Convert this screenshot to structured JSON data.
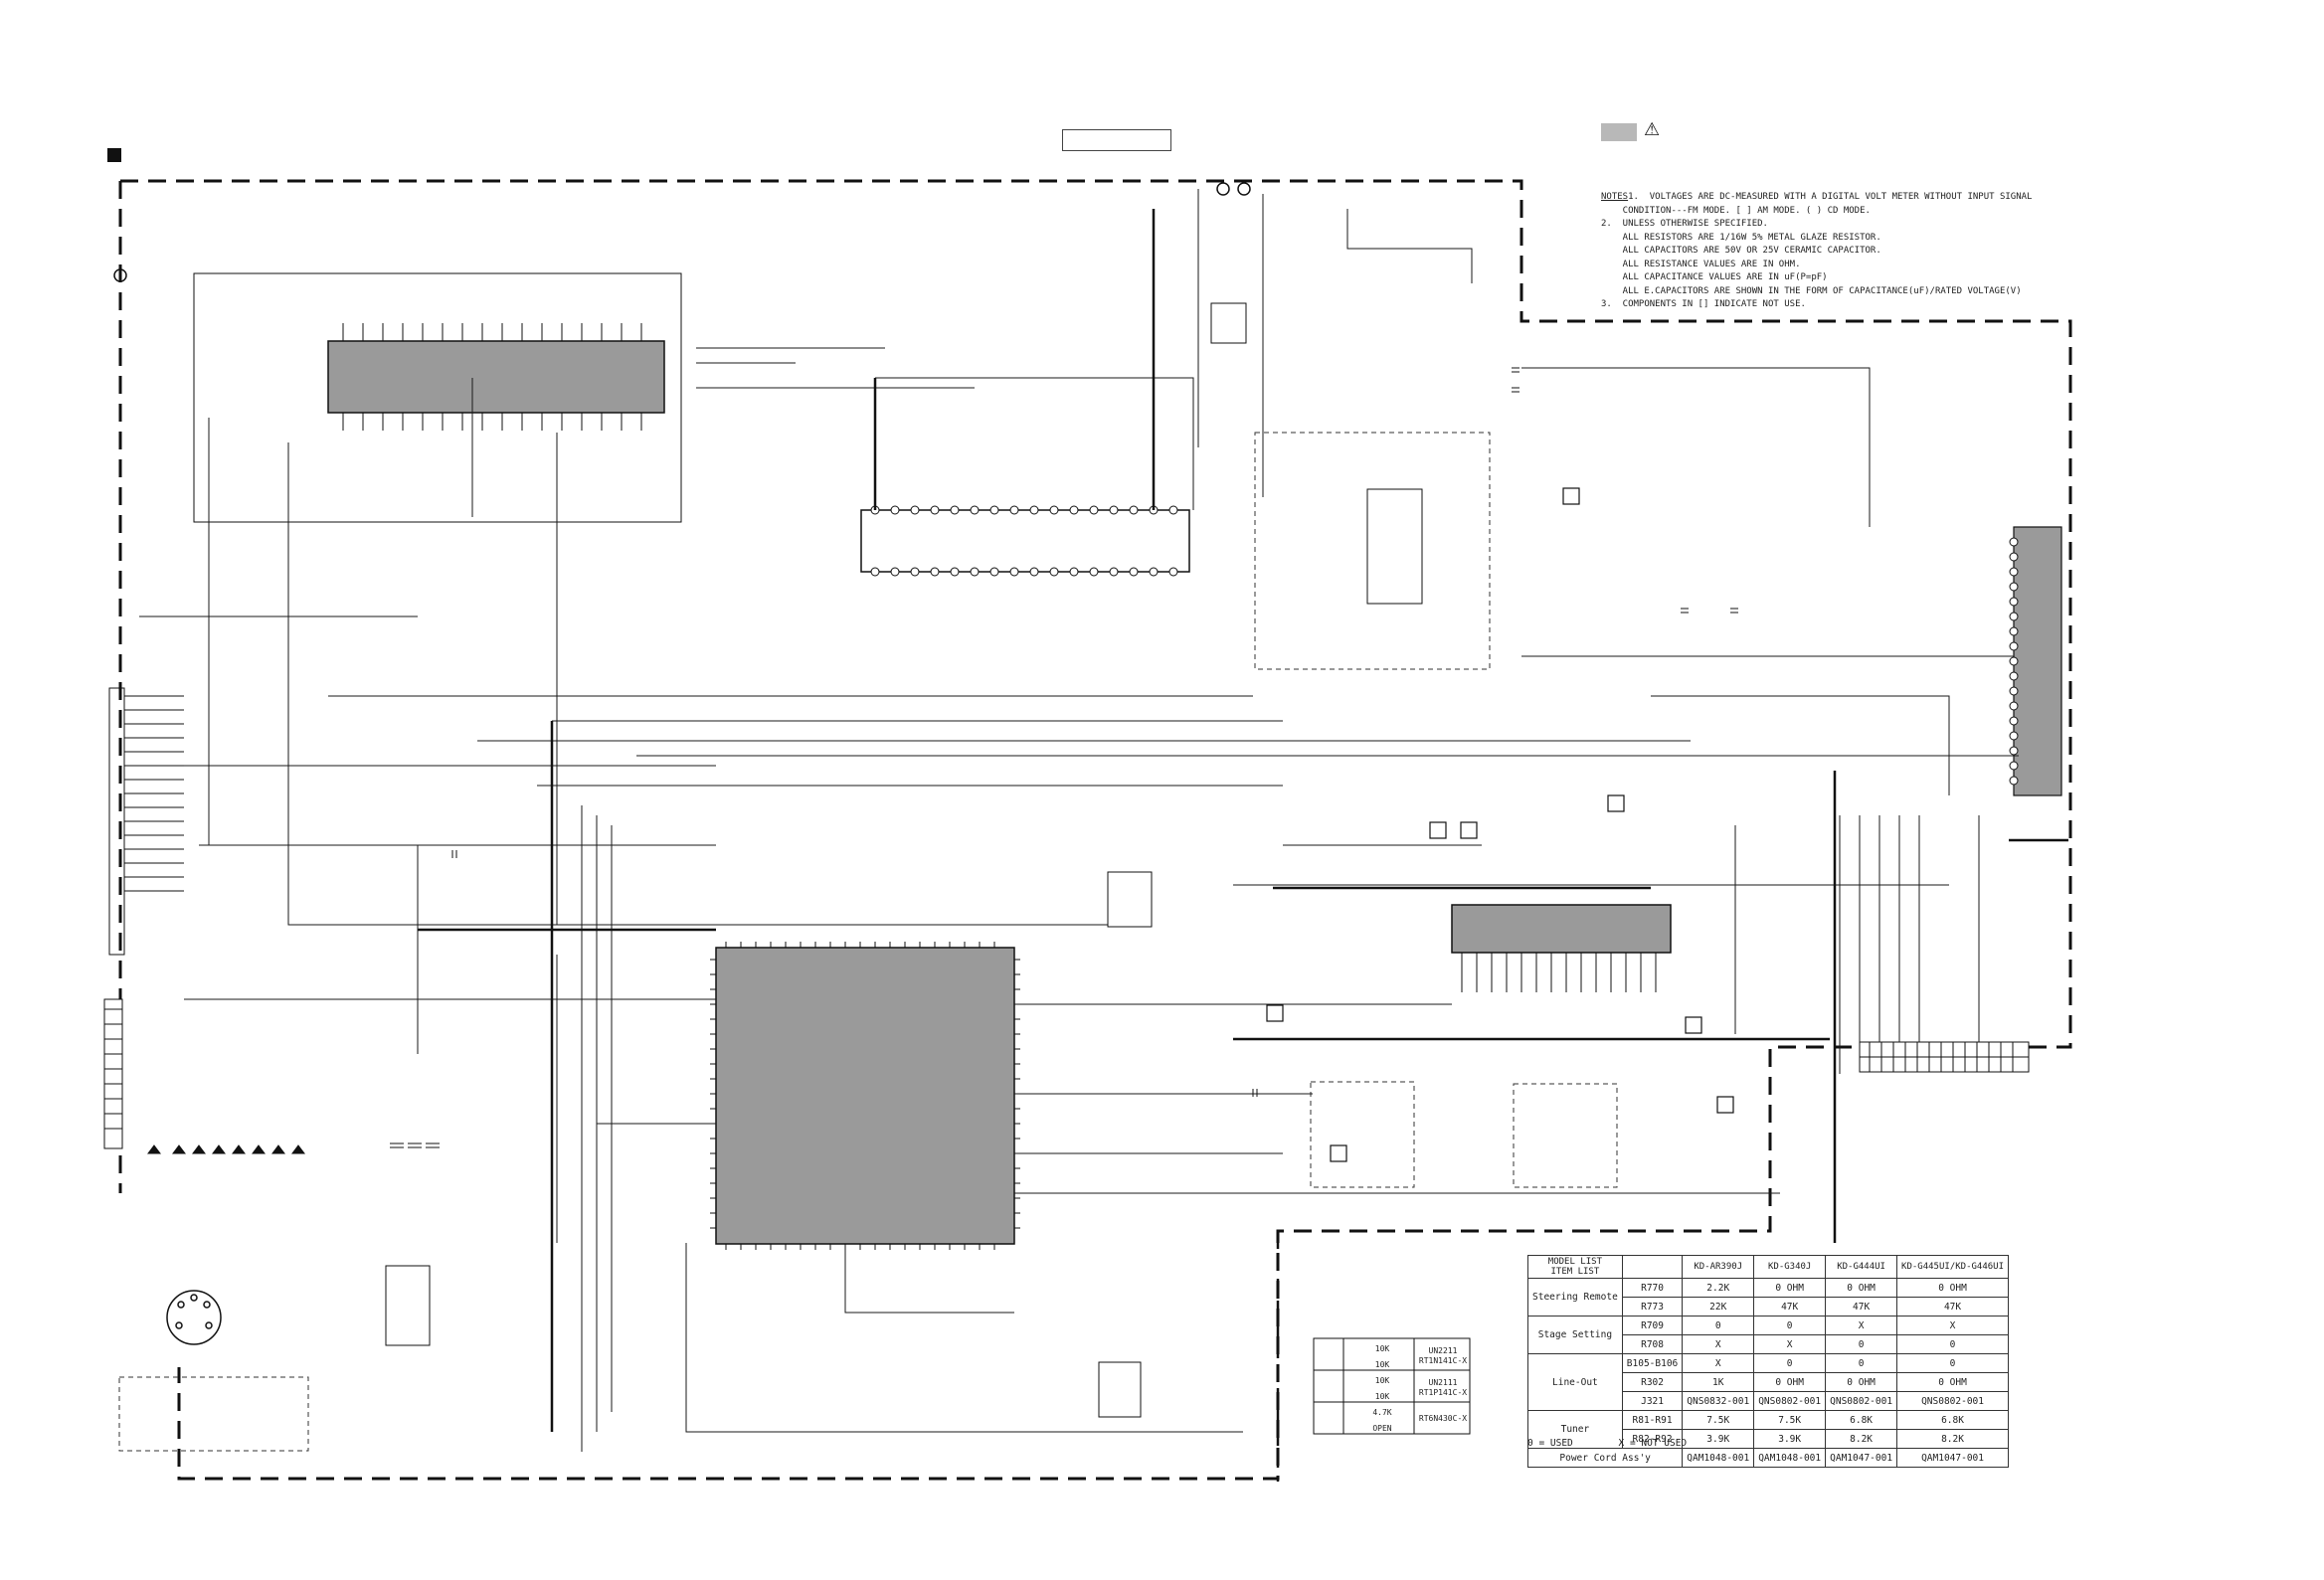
{
  "notes": {
    "heading": "NOTES",
    "lines": [
      "1.  VOLTAGES ARE DC-MEASURED WITH A DIGITAL VOLT METER WITHOUT INPUT SIGNAL",
      "    CONDITION---FM MODE. [ ] AM MODE. ( ) CD MODE.",
      "2.  UNLESS OTHERWISE SPECIFIED.",
      "    ALL RESISTORS ARE 1/16W 5% METAL GLAZE RESISTOR.",
      "    ALL CAPACITORS ARE 50V OR 25V CERAMIC CAPACITOR.",
      "    ALL RESISTANCE VALUES ARE IN OHM.",
      "    ALL CAPACITANCE VALUES ARE IN uF(P=pF)",
      "    ALL E.CAPACITORS ARE SHOWN IN THE FORM OF CAPACITANCE(uF)/RATED VOLTAGE(V)",
      "3.  COMPONENTS IN [] INDICATE NOT USE."
    ]
  },
  "model_table": {
    "corner_top": "MODEL LIST",
    "corner_bottom": "ITEM LIST",
    "models": [
      "KD-AR390J",
      "KD-G340J",
      "KD-G444UI",
      "KD-G445UI/KD-G446UI"
    ],
    "rows": [
      {
        "item": "Steering Remote",
        "part": "R770",
        "values": [
          "2.2K",
          "0 OHM",
          "0 OHM",
          "0 OHM"
        ]
      },
      {
        "item": "",
        "part": "R773",
        "values": [
          "22K",
          "47K",
          "47K",
          "47K"
        ]
      },
      {
        "item": "Stage Setting",
        "part": "R709",
        "values": [
          "0",
          "0",
          "X",
          "X"
        ]
      },
      {
        "item": "",
        "part": "R708",
        "values": [
          "X",
          "X",
          "0",
          "0"
        ]
      },
      {
        "item": "Line-Out",
        "part": "B105-B106",
        "values": [
          "X",
          "0",
          "0",
          "0"
        ]
      },
      {
        "item": "",
        "part": "R302",
        "values": [
          "1K",
          "0 OHM",
          "0 OHM",
          "0 OHM"
        ]
      },
      {
        "item": "",
        "part": "J321",
        "values": [
          "QNS0832-001",
          "QNS0802-001",
          "QNS0802-001",
          "QNS0802-001"
        ]
      },
      {
        "item": "Tuner",
        "part": "R81-R91",
        "values": [
          "7.5K",
          "7.5K",
          "6.8K",
          "6.8K"
        ]
      },
      {
        "item": "",
        "part": "R82-R92",
        "values": [
          "3.9K",
          "3.9K",
          "8.2K",
          "8.2K"
        ]
      },
      {
        "item": "Power Cord Ass'y",
        "part": "",
        "values": [
          "QAM1048-001",
          "QAM1048-001",
          "QAM1047-001",
          "QAM1047-001"
        ]
      }
    ],
    "legend": "0 = USED        X = NOT USED"
  },
  "transistor_legend": [
    {
      "r1": "10K",
      "r2": "10K",
      "part": "UN2211",
      "alt": "RT1N141C-X"
    },
    {
      "r1": "10K",
      "r2": "10K",
      "part": "UN2111",
      "alt": "RT1P141C-X"
    },
    {
      "r1": "4.7K",
      "r2": "OPEN",
      "part": "RT6N430C-X",
      "alt": ""
    }
  ],
  "colors": {
    "line": "#1a1a1a",
    "border_dash": "#111111",
    "hatch": "#b8b8b8",
    "chip_fill": "#9a9a9a"
  },
  "icons": {
    "warning": "warning-triangle-icon",
    "section_marker": "black-square-icon"
  }
}
